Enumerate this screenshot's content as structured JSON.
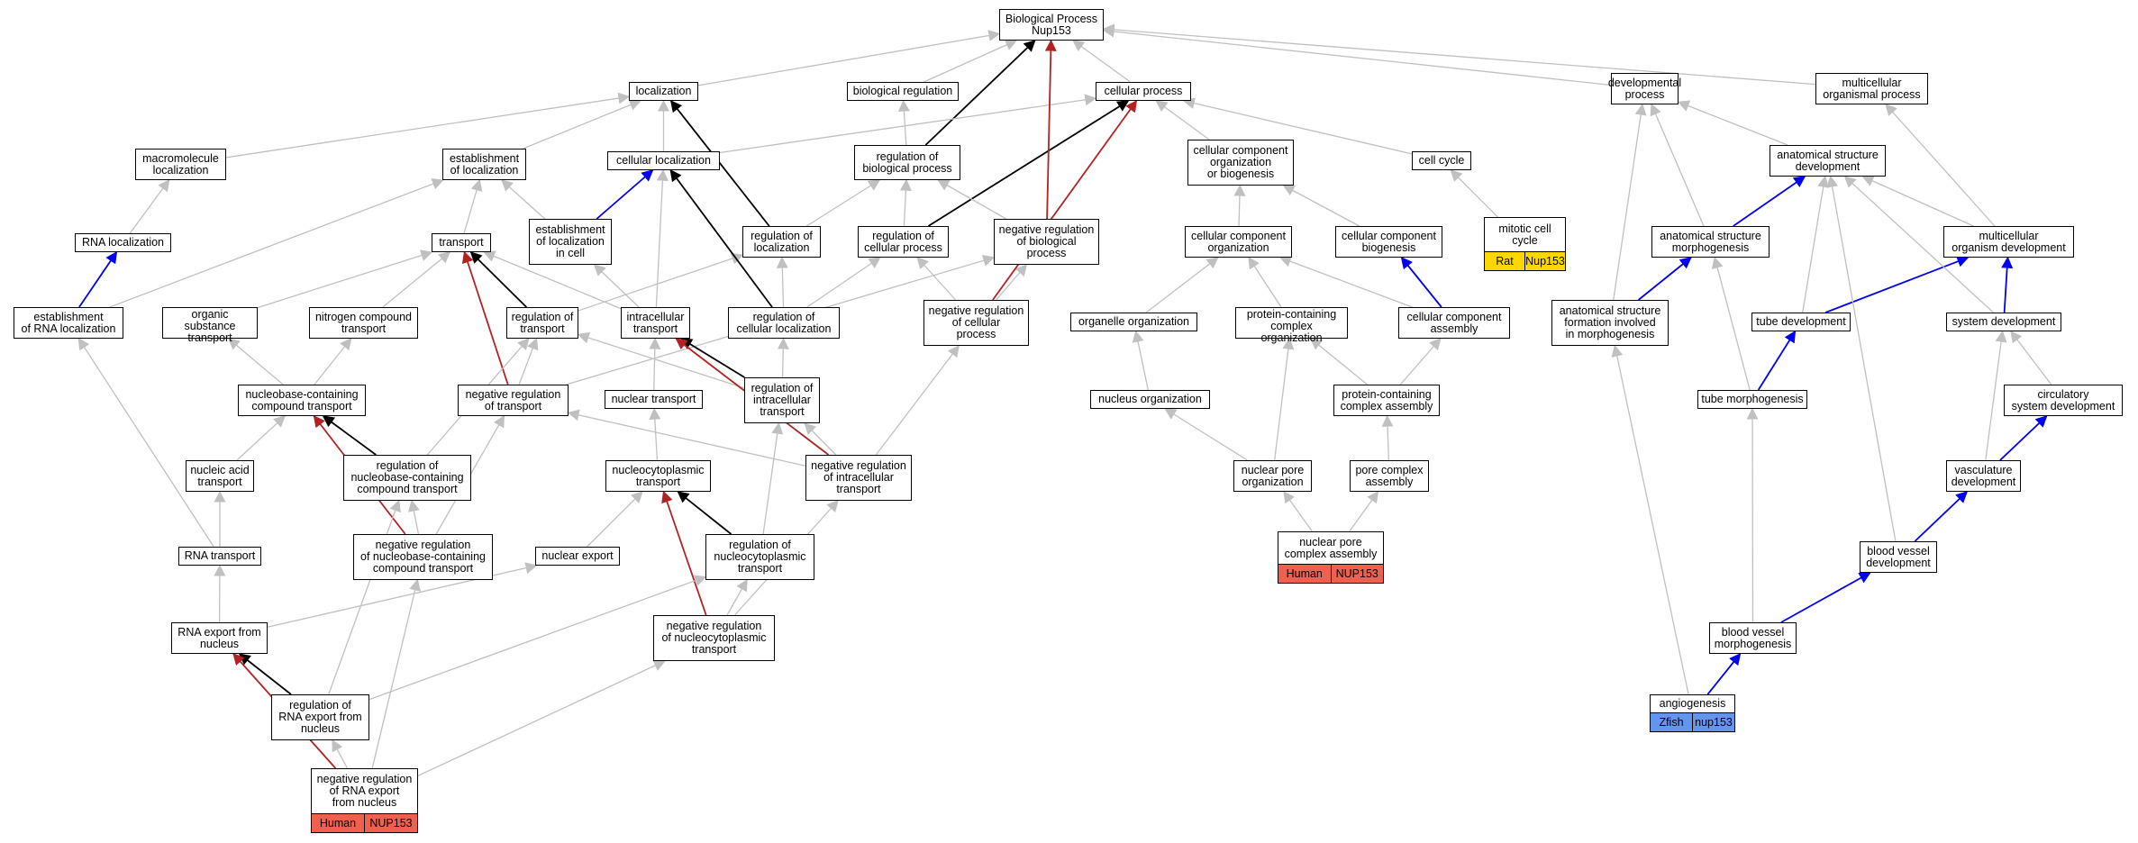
{
  "colors": {
    "is_a": "#c0c0c0",
    "regulates": "#000000",
    "negatively_regulates": "#b22222",
    "part_of": "#0000ee",
    "human": "#f0604c",
    "rat": "#ffd700",
    "zfish": "#6495ed"
  },
  "nodes": {
    "bp": {
      "label": "Biological Process\nNup153"
    },
    "localization": {
      "label": "localization"
    },
    "bioreg": {
      "label": "biological regulation"
    },
    "cellproc": {
      "label": "cellular process"
    },
    "devproc": {
      "label": "developmental\nprocess"
    },
    "multiorg": {
      "label": "multicellular\norganismal process"
    },
    "macroloc": {
      "label": "macromolecule\nlocalization"
    },
    "estloc": {
      "label": "establishment\nof localization"
    },
    "cellloc": {
      "label": "cellular localization"
    },
    "regbio": {
      "label": "regulation of\nbiological process"
    },
    "ccob": {
      "label": "cellular component\norganization\nor biogenesis"
    },
    "cellcycle": {
      "label": "cell cycle"
    },
    "asd": {
      "label": "anatomical structure\ndevelopment"
    },
    "rnaloc": {
      "label": "RNA localization"
    },
    "transport": {
      "label": "transport"
    },
    "estlocincell": {
      "label": "establishment\nof localization\nin cell"
    },
    "regloc": {
      "label": "regulation of\nlocalization"
    },
    "regcell": {
      "label": "regulation of\ncellular process"
    },
    "negregbio": {
      "label": "negative regulation\nof biological\nprocess"
    },
    "cco": {
      "label": "cellular component\norganization"
    },
    "ccb": {
      "label": "cellular component\nbiogenesis"
    },
    "mitotic": {
      "label": "mitotic cell\ncycle",
      "tags": [
        {
          "text": "Rat",
          "color": "rat"
        },
        {
          "text": "Nup153",
          "color": "rat"
        }
      ]
    },
    "asm": {
      "label": "anatomical structure\nmorphogenesis"
    },
    "mod": {
      "label": "multicellular\norganism development"
    },
    "estrna": {
      "label": "establishment\nof RNA localization"
    },
    "organic": {
      "label": "organic substance\ntransport"
    },
    "nitrogen": {
      "label": "nitrogen compound\ntransport"
    },
    "regtransport": {
      "label": "regulation of\ntransport"
    },
    "intracell": {
      "label": "intracellular\ntransport"
    },
    "regcellloc": {
      "label": "regulation of\ncellular localization"
    },
    "negregcell": {
      "label": "negative regulation\nof cellular\nprocess"
    },
    "organelle": {
      "label": "organelle organization"
    },
    "pcco": {
      "label": "protein-containing\ncomplex organization"
    },
    "cca": {
      "label": "cellular component\nassembly"
    },
    "asfim": {
      "label": "anatomical structure\nformation involved\nin morphogenesis"
    },
    "tubedev": {
      "label": "tube development"
    },
    "sysdev": {
      "label": "system development"
    },
    "nbcct": {
      "label": "nucleobase-containing\ncompound transport"
    },
    "negregtransport": {
      "label": "negative regulation\nof transport"
    },
    "nucleartransport": {
      "label": "nuclear transport"
    },
    "regintracell": {
      "label": "regulation of\nintracellular\ntransport"
    },
    "nucleusorg": {
      "label": "nucleus organization"
    },
    "pcca": {
      "label": "protein-containing\ncomplex assembly"
    },
    "tubemorph": {
      "label": "tube morphogenesis"
    },
    "circ": {
      "label": "circulatory\nsystem development"
    },
    "nucacid": {
      "label": "nucleic acid\ntransport"
    },
    "regnbcct": {
      "label": "regulation of\nnucleobase-containing\ncompound transport"
    },
    "nctransport": {
      "label": "nucleocytoplasmic\ntransport"
    },
    "negregintracell": {
      "label": "negative regulation\nof intracellular\ntransport"
    },
    "nporg": {
      "label": "nuclear pore\norganization"
    },
    "pca": {
      "label": "pore complex\nassembly"
    },
    "vascdev": {
      "label": "vasculature\ndevelopment"
    },
    "rnatransport": {
      "label": "RNA transport"
    },
    "negregnbcct": {
      "label": "negative regulation\nof nucleobase-containing\ncompound transport"
    },
    "nuclearexport": {
      "label": "nuclear export"
    },
    "regnct": {
      "label": "regulation of\nnucleocytoplasmic\ntransport"
    },
    "npca": {
      "label": "nuclear pore\ncomplex assembly",
      "tags": [
        {
          "text": "Human",
          "color": "human"
        },
        {
          "text": "NUP153",
          "color": "human"
        }
      ]
    },
    "bvd": {
      "label": "blood vessel\ndevelopment"
    },
    "rnaexport": {
      "label": "RNA export from\nnucleus"
    },
    "negregnct": {
      "label": "negative regulation\nof nucleocytoplasmic\ntransport"
    },
    "bvm": {
      "label": "blood vessel\nmorphogenesis"
    },
    "regrnaexport": {
      "label": "regulation of\nRNA export from\nnucleus"
    },
    "angio": {
      "label": "angiogenesis",
      "tags": [
        {
          "text": "Zfish",
          "color": "zfish"
        },
        {
          "text": "nup153",
          "color": "zfish"
        }
      ]
    },
    "negregrnaexport": {
      "label": "negative regulation\nof RNA export\nfrom nucleus",
      "tags": [
        {
          "text": "Human",
          "color": "human"
        },
        {
          "text": "NUP153",
          "color": "human"
        }
      ]
    }
  },
  "edges": [
    [
      "localization",
      "bp",
      "is_a"
    ],
    [
      "bioreg",
      "bp",
      "is_a"
    ],
    [
      "cellproc",
      "bp",
      "is_a"
    ],
    [
      "devproc",
      "bp",
      "is_a"
    ],
    [
      "multiorg",
      "bp",
      "is_a"
    ],
    [
      "macroloc",
      "localization",
      "is_a"
    ],
    [
      "estloc",
      "localization",
      "is_a"
    ],
    [
      "cellloc",
      "localization",
      "is_a"
    ],
    [
      "regbio",
      "bioreg",
      "is_a"
    ],
    [
      "regbio",
      "bp",
      "regulates"
    ],
    [
      "ccob",
      "cellproc",
      "is_a"
    ],
    [
      "cellcycle",
      "cellproc",
      "is_a"
    ],
    [
      "cellloc",
      "cellproc",
      "is_a"
    ],
    [
      "asd",
      "devproc",
      "is_a"
    ],
    [
      "rnaloc",
      "macroloc",
      "is_a"
    ],
    [
      "transport",
      "estloc",
      "is_a"
    ],
    [
      "estlocincell",
      "estloc",
      "is_a"
    ],
    [
      "estlocincell",
      "cellloc",
      "part_of"
    ],
    [
      "regloc",
      "regbio",
      "is_a"
    ],
    [
      "regloc",
      "localization",
      "regulates"
    ],
    [
      "regcell",
      "regbio",
      "is_a"
    ],
    [
      "regcell",
      "cellproc",
      "regulates"
    ],
    [
      "negregbio",
      "regbio",
      "is_a"
    ],
    [
      "negregbio",
      "bp",
      "negatively_regulates"
    ],
    [
      "cco",
      "ccob",
      "is_a"
    ],
    [
      "ccb",
      "ccob",
      "is_a"
    ],
    [
      "mitotic",
      "cellcycle",
      "is_a"
    ],
    [
      "asm",
      "devproc",
      "is_a"
    ],
    [
      "asm",
      "asd",
      "part_of"
    ],
    [
      "mod",
      "asd",
      "is_a"
    ],
    [
      "mod",
      "multiorg",
      "is_a"
    ],
    [
      "estrna",
      "rnaloc",
      "part_of"
    ],
    [
      "estrna",
      "estloc",
      "is_a"
    ],
    [
      "organic",
      "transport",
      "is_a"
    ],
    [
      "nitrogen",
      "transport",
      "is_a"
    ],
    [
      "regtransport",
      "regloc",
      "is_a"
    ],
    [
      "regtransport",
      "transport",
      "regulates"
    ],
    [
      "intracell",
      "transport",
      "is_a"
    ],
    [
      "intracell",
      "estlocincell",
      "is_a"
    ],
    [
      "intracell",
      "cellloc",
      "is_a"
    ],
    [
      "regcellloc",
      "regloc",
      "is_a"
    ],
    [
      "regcellloc",
      "regcell",
      "is_a"
    ],
    [
      "regcellloc",
      "cellloc",
      "regulates"
    ],
    [
      "negregcell",
      "regcell",
      "is_a"
    ],
    [
      "negregcell",
      "negregbio",
      "is_a"
    ],
    [
      "negregcell",
      "cellproc",
      "negatively_regulates"
    ],
    [
      "organelle",
      "cco",
      "is_a"
    ],
    [
      "pcco",
      "cco",
      "is_a"
    ],
    [
      "cca",
      "cco",
      "is_a"
    ],
    [
      "cca",
      "ccb",
      "part_of"
    ],
    [
      "asfim",
      "devproc",
      "is_a"
    ],
    [
      "asfim",
      "asm",
      "part_of"
    ],
    [
      "tubedev",
      "asd",
      "is_a"
    ],
    [
      "tubedev",
      "mod",
      "part_of"
    ],
    [
      "sysdev",
      "asd",
      "is_a"
    ],
    [
      "sysdev",
      "mod",
      "part_of"
    ],
    [
      "nbcct",
      "organic",
      "is_a"
    ],
    [
      "nbcct",
      "nitrogen",
      "is_a"
    ],
    [
      "negregtransport",
      "regtransport",
      "is_a"
    ],
    [
      "negregtransport",
      "negregbio",
      "is_a"
    ],
    [
      "negregtransport",
      "transport",
      "negatively_regulates"
    ],
    [
      "nucleartransport",
      "intracell",
      "is_a"
    ],
    [
      "regintracell",
      "regtransport",
      "is_a"
    ],
    [
      "regintracell",
      "regcellloc",
      "is_a"
    ],
    [
      "regintracell",
      "intracell",
      "regulates"
    ],
    [
      "nucleusorg",
      "organelle",
      "is_a"
    ],
    [
      "pcca",
      "pcco",
      "is_a"
    ],
    [
      "pcca",
      "cca",
      "is_a"
    ],
    [
      "tubemorph",
      "asm",
      "is_a"
    ],
    [
      "tubemorph",
      "tubedev",
      "part_of"
    ],
    [
      "circ",
      "sysdev",
      "is_a"
    ],
    [
      "nucacid",
      "nbcct",
      "is_a"
    ],
    [
      "regnbcct",
      "regtransport",
      "is_a"
    ],
    [
      "regnbcct",
      "nbcct",
      "regulates"
    ],
    [
      "nctransport",
      "nucleartransport",
      "is_a"
    ],
    [
      "negregintracell",
      "regintracell",
      "is_a"
    ],
    [
      "negregintracell",
      "negregtransport",
      "is_a"
    ],
    [
      "negregintracell",
      "negregcell",
      "is_a"
    ],
    [
      "negregintracell",
      "intracell",
      "negatively_regulates"
    ],
    [
      "nporg",
      "nucleusorg",
      "is_a"
    ],
    [
      "nporg",
      "pcco",
      "is_a"
    ],
    [
      "pca",
      "pcca",
      "is_a"
    ],
    [
      "vascdev",
      "sysdev",
      "is_a"
    ],
    [
      "vascdev",
      "circ",
      "part_of"
    ],
    [
      "rnatransport",
      "nucacid",
      "is_a"
    ],
    [
      "rnatransport",
      "estrna",
      "is_a"
    ],
    [
      "negregnbcct",
      "regnbcct",
      "is_a"
    ],
    [
      "negregnbcct",
      "negregtransport",
      "is_a"
    ],
    [
      "negregnbcct",
      "nbcct",
      "negatively_regulates"
    ],
    [
      "nuclearexport",
      "nctransport",
      "is_a"
    ],
    [
      "regnct",
      "regintracell",
      "is_a"
    ],
    [
      "regnct",
      "nctransport",
      "regulates"
    ],
    [
      "npca",
      "nporg",
      "is_a"
    ],
    [
      "npca",
      "pca",
      "is_a"
    ],
    [
      "bvd",
      "vascdev",
      "part_of"
    ],
    [
      "bvd",
      "asd",
      "is_a"
    ],
    [
      "rnaexport",
      "rnatransport",
      "is_a"
    ],
    [
      "rnaexport",
      "nuclearexport",
      "is_a"
    ],
    [
      "negregnct",
      "regnct",
      "is_a"
    ],
    [
      "negregnct",
      "negregintracell",
      "is_a"
    ],
    [
      "negregnct",
      "nctransport",
      "negatively_regulates"
    ],
    [
      "bvm",
      "bvd",
      "part_of"
    ],
    [
      "bvm",
      "tubemorph",
      "is_a"
    ],
    [
      "regrnaexport",
      "regnbcct",
      "is_a"
    ],
    [
      "regrnaexport",
      "regnct",
      "is_a"
    ],
    [
      "regrnaexport",
      "rnaexport",
      "regulates"
    ],
    [
      "angio",
      "bvm",
      "part_of"
    ],
    [
      "angio",
      "asfim",
      "is_a"
    ],
    [
      "negregrnaexport",
      "regrnaexport",
      "is_a"
    ],
    [
      "negregrnaexport",
      "negregnbcct",
      "is_a"
    ],
    [
      "negregrnaexport",
      "negregnct",
      "is_a"
    ],
    [
      "negregrnaexport",
      "rnaexport",
      "negatively_regulates"
    ]
  ]
}
